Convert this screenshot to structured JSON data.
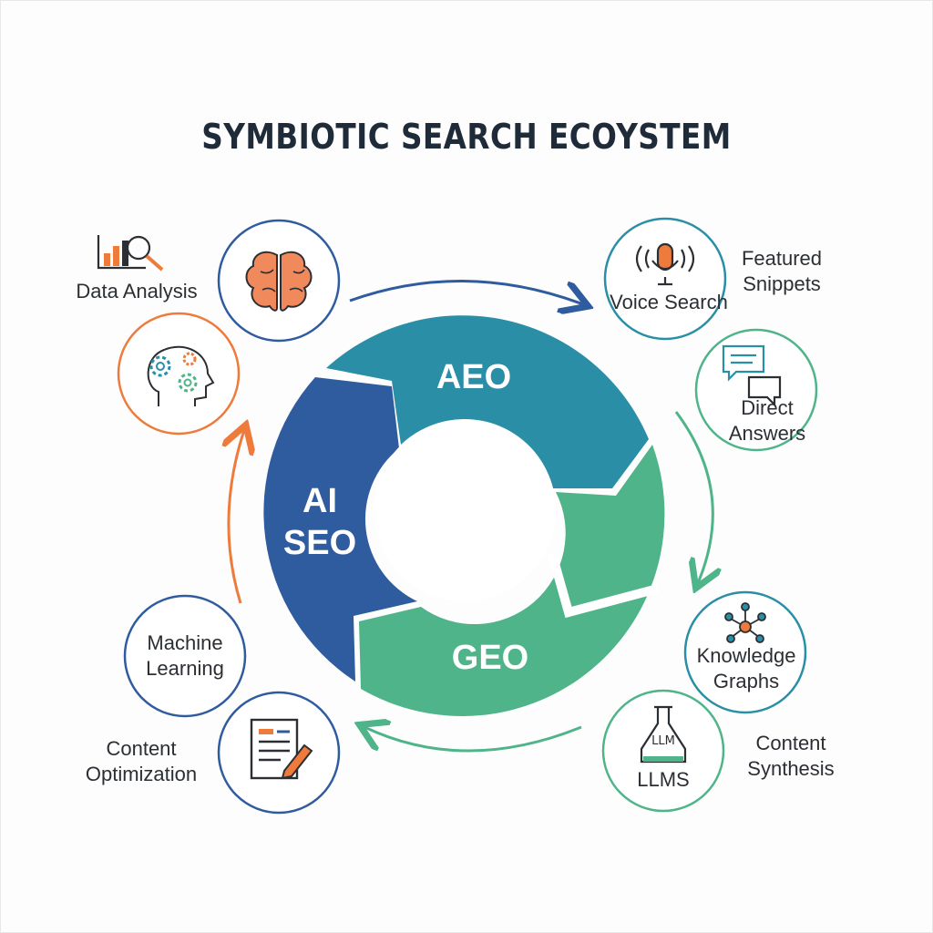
{
  "title": "SYMBIOTIC SEARCH ECOYSTEM",
  "center": {
    "aeo": "AEO",
    "ai_seo_line1": "AI",
    "ai_seo_line2": "SEO",
    "geo": "GEO"
  },
  "left": {
    "data_analysis": "Data Analysis",
    "machine_learning_line1": "Machine",
    "machine_learning_line2": "Learning",
    "content_optimization_line1": "Content",
    "content_optimization_line2": "Optimization"
  },
  "right": {
    "voice_search": "Voice Search",
    "featured_snippets_line1": "Featured",
    "featured_snippets_line2": "Snippets",
    "direct_answers_line1": "Direct",
    "direct_answers_line2": "Answers",
    "knowledge_graphs_line1": "Knowledge",
    "knowledge_graphs_line2": "Graphs",
    "llm_icon_text": "LLM",
    "llms": "LLMS",
    "content_synthesis_line1": "Content",
    "content_synthesis_line2": "Synthesis"
  },
  "colors": {
    "ai_seo": "#2f5c9e",
    "aeo": "#2a8fa6",
    "geo": "#4fb489",
    "orange": "#ee7a3b",
    "navy": "#2f5c9e",
    "teal": "#2a8fa6",
    "green": "#4fb489"
  }
}
